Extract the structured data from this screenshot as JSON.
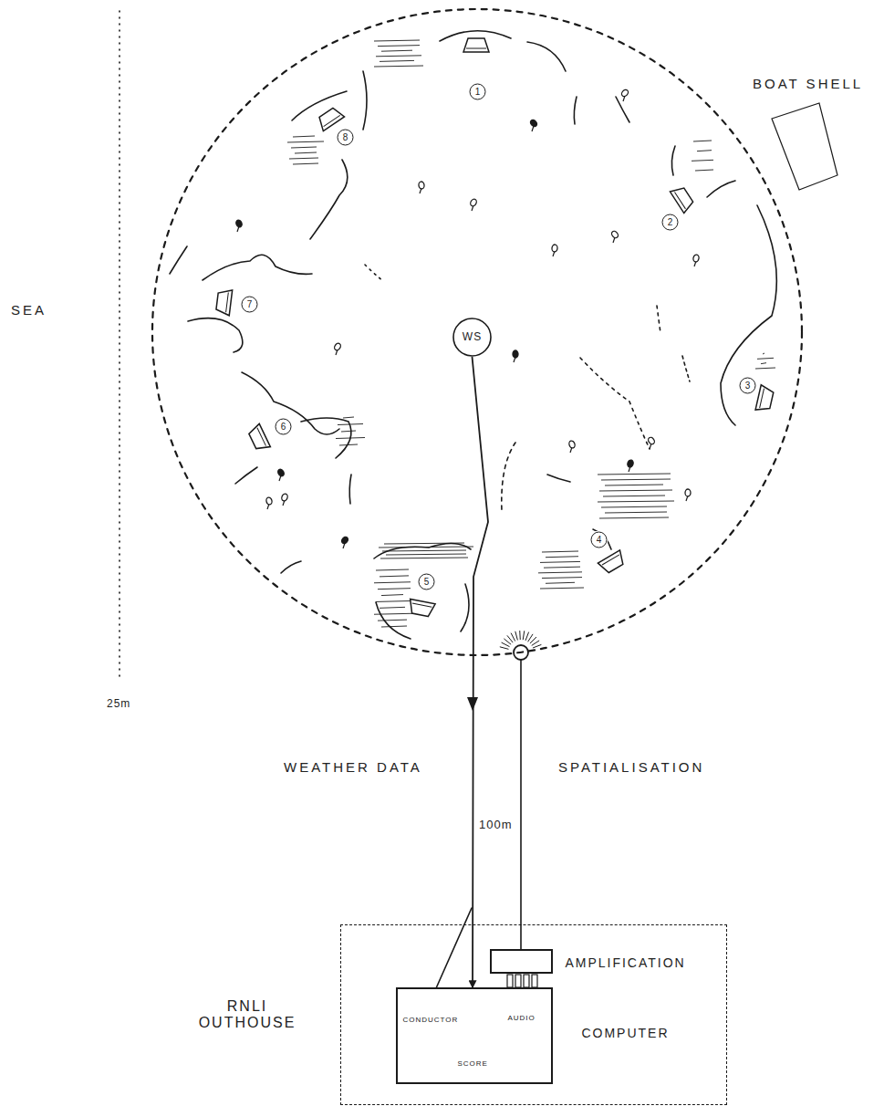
{
  "diagram": {
    "nodes": [
      {
        "text": [
          "1"
        ]
      },
      {
        "text": [
          "2"
        ]
      },
      {
        "text": [
          "3"
        ]
      },
      {
        "text": [
          "4"
        ]
      },
      {
        "text": [
          "5"
        ]
      },
      {
        "text": [
          "6"
        ]
      },
      {
        "text": [
          "7"
        ]
      },
      {
        "text": [
          "8"
        ]
      },
      {
        "text": [
          "WS"
        ]
      },
      {
        "text": [
          "RNLI OUTHOUSE"
        ]
      },
      {
        "text": [
          "AMPLIFICATION"
        ],
        "in": 9
      },
      {
        "text": [
          "COMPUTER",
          "CONDUCTOR",
          "AUDIO",
          "SCORE"
        ],
        "in": 9
      }
    ],
    "edges": [
      {
        "from": 8,
        "to": 11,
        "arrow": "to",
        "label": "WEATHER DATA"
      }
    ],
    "labels": [
      "SEA",
      "25m",
      "BOAT SHELL",
      "SPATIALISATION",
      "100m"
    ]
  }
}
